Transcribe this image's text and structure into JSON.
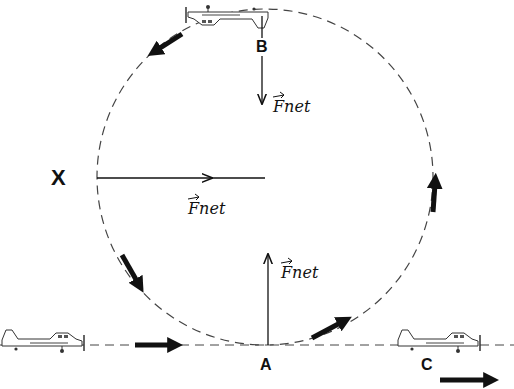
{
  "diagram": {
    "labels": [
      "B",
      "Fnet",
      "X",
      "Fnet",
      "Fnet",
      "A",
      "C"
    ]
  }
}
